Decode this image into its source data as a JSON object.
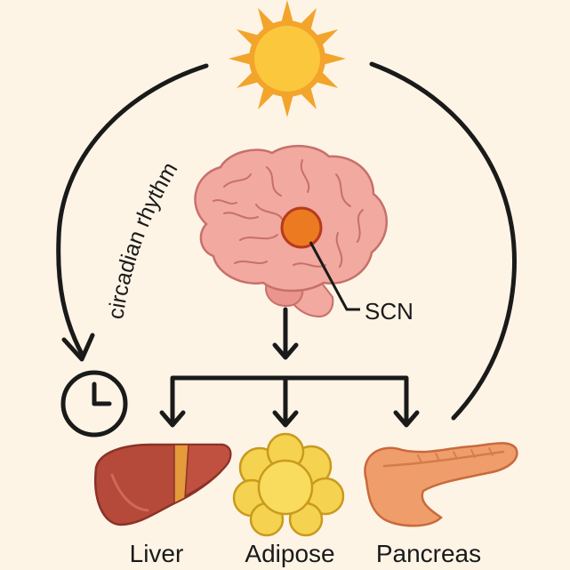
{
  "diagram": {
    "cycle_label": "circadian rhythm",
    "scn_label": "SCN",
    "organs": [
      {
        "id": "liver",
        "label": "Liver"
      },
      {
        "id": "adipose",
        "label": "Adipose"
      },
      {
        "id": "pancreas",
        "label": "Pancreas"
      }
    ],
    "icons": [
      "sun-icon",
      "brain-icon",
      "clock-icon",
      "liver-icon",
      "adipose-icon",
      "pancreas-icon"
    ],
    "colors": {
      "background": "#fdf4e6",
      "stroke": "#1a1a1a",
      "sun_core": "#fbc73d",
      "sun_rays": "#f3a42a",
      "brain": "#f1a9a0",
      "scn": "#ec7a21",
      "liver": "#b5493a",
      "adipose": "#f5d24f",
      "pancreas": "#ef9d6b"
    }
  }
}
